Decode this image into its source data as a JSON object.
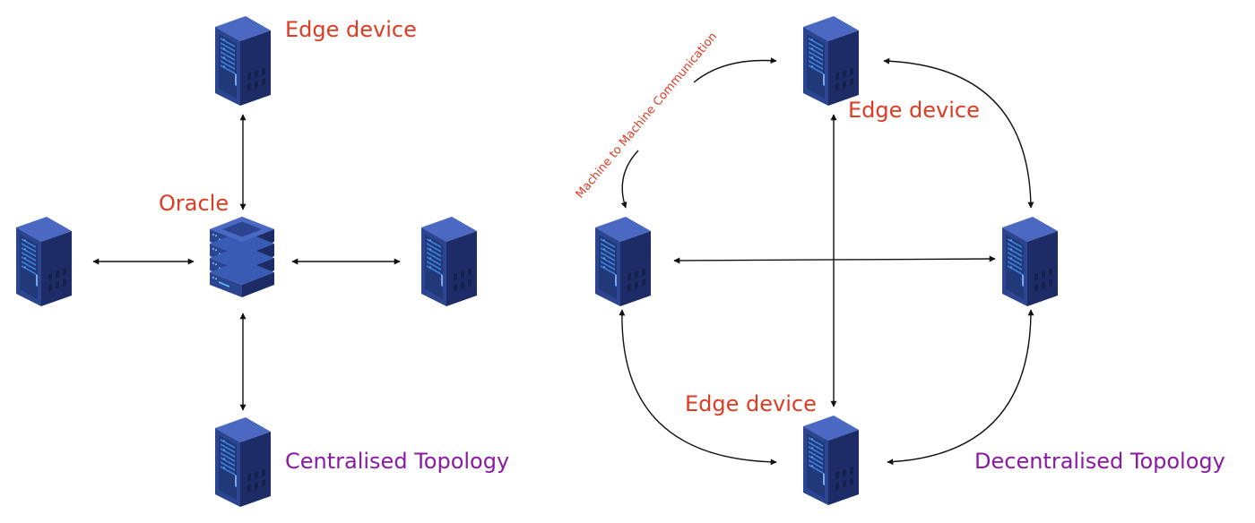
{
  "colors": {
    "device_label": "#dd3b22",
    "topology_label": "#8a1aa3",
    "connector": "#111111",
    "server_dark": "#1f2f6a",
    "server_mid": "#2c4590",
    "server_light": "#3a5bb4",
    "rack_light": "#3a7fd6"
  },
  "left": {
    "top_label": "Edge device",
    "center_label": "Oracle",
    "topology_label": "Centralised Topology",
    "center_icon": "server-stack-icon",
    "node_icon": "server-rack-icon"
  },
  "right": {
    "top_label": "Edge device",
    "bottom_label": "Edge device",
    "link_label": "Machine to Machine Communication",
    "topology_label": "Decentralised Topology",
    "node_icon": "server-rack-icon"
  }
}
